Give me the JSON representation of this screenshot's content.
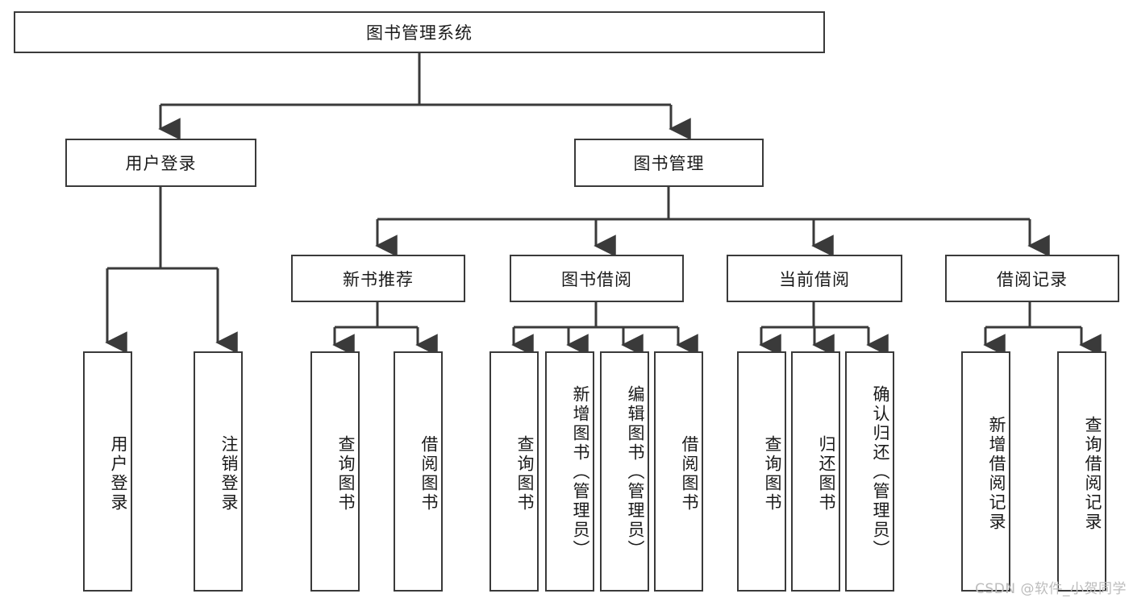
{
  "diagram": {
    "title": "图书管理系统",
    "type": "hierarchy-tree",
    "root": {
      "label": "图书管理系统"
    },
    "level2": [
      {
        "id": "user-login",
        "label": "用户登录"
      },
      {
        "id": "book-manage",
        "label": "图书管理"
      }
    ],
    "level3": [
      {
        "id": "new-book-rec",
        "label": "新书推荐",
        "parent": "book-manage"
      },
      {
        "id": "book-borrow",
        "label": "图书借阅",
        "parent": "book-manage"
      },
      {
        "id": "current-borrow",
        "label": "当前借阅",
        "parent": "book-manage"
      },
      {
        "id": "borrow-record",
        "label": "借阅记录",
        "parent": "book-manage"
      }
    ],
    "leaves": [
      {
        "id": "leaf-user-login",
        "label": "用户登录",
        "parent": "user-login"
      },
      {
        "id": "leaf-logout",
        "label": "注销登录",
        "parent": "user-login"
      },
      {
        "id": "leaf-query-book-1",
        "label": "查询图书",
        "parent": "new-book-rec"
      },
      {
        "id": "leaf-borrow-book-1",
        "label": "借阅图书",
        "parent": "new-book-rec"
      },
      {
        "id": "leaf-query-book-2",
        "label": "查询图书",
        "parent": "book-borrow"
      },
      {
        "id": "leaf-add-book",
        "label": "新增图书（管理员）",
        "parent": "book-borrow"
      },
      {
        "id": "leaf-edit-book",
        "label": "编辑图书（管理员）",
        "parent": "book-borrow"
      },
      {
        "id": "leaf-borrow-book-2",
        "label": "借阅图书",
        "parent": "book-borrow"
      },
      {
        "id": "leaf-query-book-3",
        "label": "查询图书",
        "parent": "current-borrow"
      },
      {
        "id": "leaf-return-book",
        "label": "归还图书",
        "parent": "current-borrow"
      },
      {
        "id": "leaf-confirm-return",
        "label": "确认归还（管理员）",
        "parent": "current-borrow"
      },
      {
        "id": "leaf-add-record",
        "label": "新增借阅记录",
        "parent": "borrow-record"
      },
      {
        "id": "leaf-query-record",
        "label": "查询借阅记录",
        "parent": "borrow-record"
      }
    ]
  },
  "watermark": {
    "text": "CSDN @软件_小贺同学"
  },
  "colors": {
    "background": "#ffffff",
    "box_border": "#3a3a3a",
    "text": "#1a1a1a",
    "connector": "#3a3a3a",
    "watermark": "#bcbcbc"
  }
}
